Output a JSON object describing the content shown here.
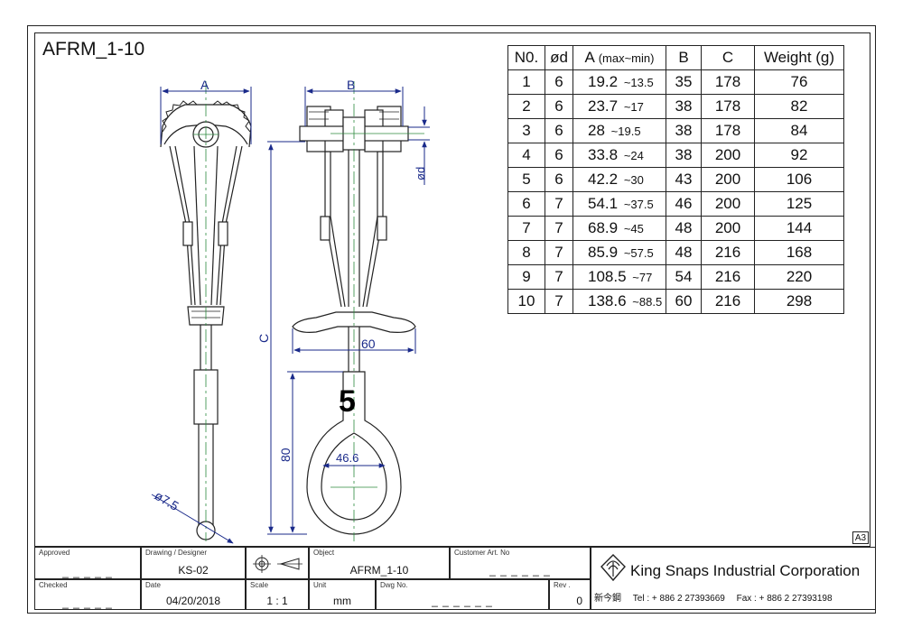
{
  "title": "AFRM_1-10",
  "dimensions": {
    "a": "A",
    "b": "B",
    "c": "C",
    "phi_d": "ød",
    "t_bar": "60",
    "loop_height": "80",
    "loop_width": "46.6",
    "stem_dia": "ø7.5",
    "size_number": "5"
  },
  "table": {
    "headers": {
      "no": "N0.",
      "d": "ød",
      "a": "A",
      "a_sub": "(max~min)",
      "b": "B",
      "c": "C",
      "weight": "Weight (g)"
    },
    "rows": [
      {
        "no": "1",
        "d": "6",
        "a_max": "19.2",
        "a_min": "~13.5",
        "b": "35",
        "c": "178",
        "w": "76"
      },
      {
        "no": "2",
        "d": "6",
        "a_max": "23.7",
        "a_min": "~17",
        "b": "38",
        "c": "178",
        "w": "82"
      },
      {
        "no": "3",
        "d": "6",
        "a_max": "28",
        "a_min": "~19.5",
        "b": "38",
        "c": "178",
        "w": "84"
      },
      {
        "no": "4",
        "d": "6",
        "a_max": "33.8",
        "a_min": "~24",
        "b": "38",
        "c": "200",
        "w": "92"
      },
      {
        "no": "5",
        "d": "6",
        "a_max": "42.2",
        "a_min": "~30",
        "b": "43",
        "c": "200",
        "w": "106"
      },
      {
        "no": "6",
        "d": "7",
        "a_max": "54.1",
        "a_min": "~37.5",
        "b": "46",
        "c": "200",
        "w": "125"
      },
      {
        "no": "7",
        "d": "7",
        "a_max": "68.9",
        "a_min": "~45",
        "b": "48",
        "c": "200",
        "w": "144"
      },
      {
        "no": "8",
        "d": "7",
        "a_max": "85.9",
        "a_min": "~57.5",
        "b": "48",
        "c": "216",
        "w": "168"
      },
      {
        "no": "9",
        "d": "7",
        "a_max": "108.5",
        "a_min": "~77",
        "b": "54",
        "c": "216",
        "w": "220"
      },
      {
        "no": "10",
        "d": "7",
        "a_max": "138.6",
        "a_min": "~88.5",
        "b": "60",
        "c": "216",
        "w": "298"
      }
    ]
  },
  "sheet_size": "A3",
  "title_block": {
    "approved_label": "Approved",
    "approved_value": "_ _ _ _ _",
    "designer_label": "Drawing / Designer",
    "designer_value": "KS-02",
    "object_label": "Object",
    "object_value": "AFRM_1-10",
    "customer_label": "Customer  Art. No",
    "customer_value": "_ _ _ _ _ _",
    "checked_label": "Checked",
    "checked_value": "_ _ _ _ _",
    "date_label": "Date",
    "date_value": "04/20/2018",
    "scale_label": "Scale",
    "scale_value": "1 : 1",
    "unit_label": "Unit",
    "unit_value": "mm",
    "dwg_label": "Dwg No.",
    "dwg_value": "_ _ _ _ _ _",
    "rev_label": "Rev .",
    "rev_value": "0",
    "company": "King Snaps Industrial Corporation",
    "chinese_name": "新今鋼",
    "tel": "Tel : + 886 2 27393669",
    "fax": "Fax : + 886 2 27393198"
  }
}
